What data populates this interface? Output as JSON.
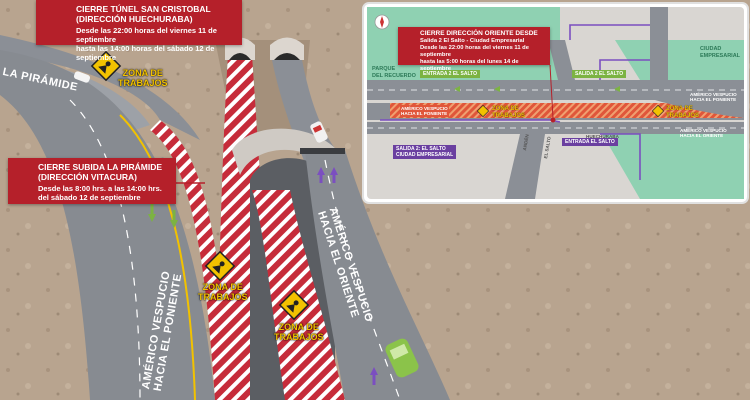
{
  "callouts": {
    "tunnel": {
      "title_1": "CIERRE TÚNEL SAN CRISTOBAL",
      "title_2": "(DIRECCIÓN HUECHURABA)",
      "detail_1": "Desde las 22:00 horas del viernes 11 de septiembre",
      "detail_2": "hasta las 14:00 horas del sábado 12 de septiembre"
    },
    "piramide": {
      "title_1": "CIERRE SUBIDA LA PIRÁMIDE",
      "title_2": "(DIRECCIÓN VITACURA)",
      "detail_1": "Desde las 8:00 hrs. a las 14:00 hrs.",
      "detail_2": "del sábado 12 de septiembre"
    },
    "oriente": {
      "title": "CIERRE DIRECCIÓN ORIENTE DESDE",
      "detail_1": "Salida 2 El Salto - Ciudad Empresarial",
      "detail_2": "Desde las 22:00 horas del viernes 11 de septiembre",
      "detail_3": "hasta las 5:00 horas del lunes 14 de septiembre"
    }
  },
  "zones": {
    "line_1": "ZONA DE",
    "line_2": "TRABAJOS"
  },
  "roads": {
    "piramide": "LA PIRÁMIDE",
    "poniente_1": "AMÉRICO VESPUCIO",
    "poniente_2": "HACIA EL PONIENTE",
    "oriente_1": "AMÉRICO VESPUCIO",
    "oriente_2": "HACIA EL ORIENTE"
  },
  "inset": {
    "parque_1": "PARQUE",
    "parque_2": "DEL RECUERDO",
    "ciudad_1": "CIUDAD",
    "ciudad_2": "EMPRESARIAL",
    "entrada_salto_top": "ENTRADA 2 EL SALTO",
    "salida_salto_top": "SALIDA 2 EL SALTO",
    "salida_2_1": "SALIDA 2: EL SALTO",
    "salida_2_2": "CIUDAD EMPRESARIAL",
    "entrada_salto_bottom": "ENTRADA EL SALTO",
    "av_poniente_1": "AMÉRICO VESPUCIO",
    "av_poniente_2": "HACIA EL PONIENTE",
    "av_oriente_poniente_1": "AMÉRICO VESPUCIO",
    "av_oriente_poniente_2": "HACIA EL PONIENTE",
    "av_oriente_1": "AMÉRICO VESPUCIO",
    "av_oriente_2": "HACIA EL ORIENTE",
    "street_1": "ANDÉN",
    "street_2": "EL SALTO",
    "street_3": "HUECHURABA"
  },
  "colors": {
    "callout_red": "#b5202a",
    "zone_yellow": "#f2c200",
    "tag_green": "#7cb342",
    "tag_purple": "#6a3fa0",
    "hatch_red": "#c62c3a",
    "road_grey": "#8b8f96",
    "inset_green": "#8fd1b2"
  }
}
